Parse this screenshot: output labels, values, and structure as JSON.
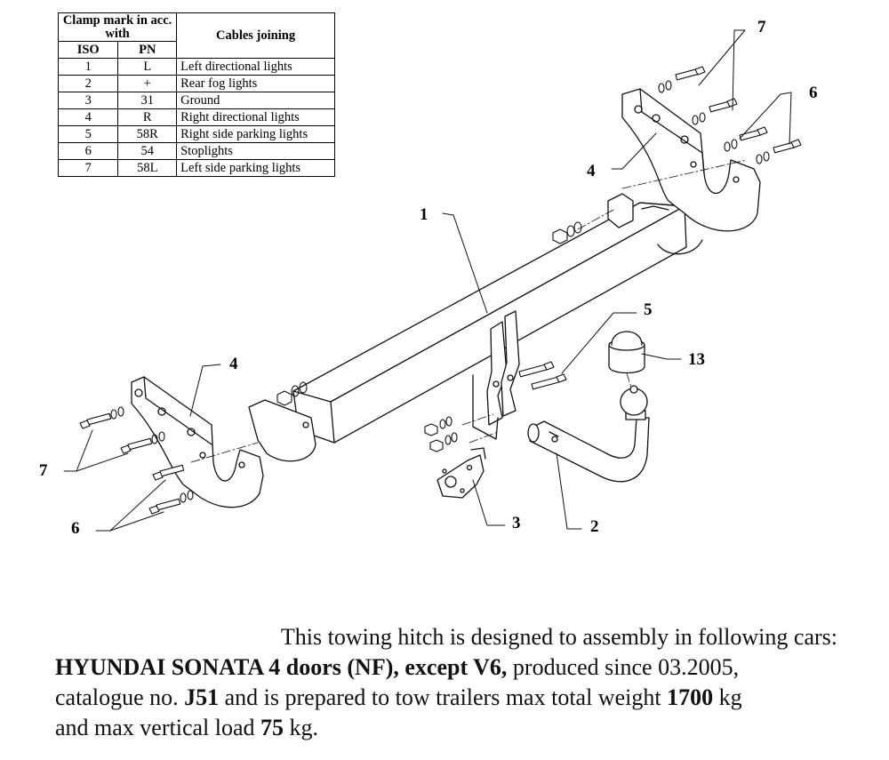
{
  "table": {
    "header_clamp": "Clamp mark in acc. with",
    "header_cables": "Cables joining",
    "col_iso": "ISO",
    "col_pn": "PN",
    "rows": [
      {
        "iso": "1",
        "pn": "L",
        "cable": "Left directional lights"
      },
      {
        "iso": "2",
        "pn": "+",
        "cable": "Rear fog lights"
      },
      {
        "iso": "3",
        "pn": "31",
        "cable": "Ground"
      },
      {
        "iso": "4",
        "pn": "R",
        "cable": "Right directional lights"
      },
      {
        "iso": "5",
        "pn": "58R",
        "cable": "Right side parking lights"
      },
      {
        "iso": "6",
        "pn": "54",
        "cable": "Stoplights"
      },
      {
        "iso": "7",
        "pn": "58L",
        "cable": "Left side parking lights"
      }
    ]
  },
  "labels": {
    "crossbar": "1",
    "tow_ball_arm": "2",
    "socket_plate": "3",
    "bracket_right": "4",
    "bracket_left": "4",
    "arm_bolts": "5",
    "bolts_right": "6",
    "bolts_left": "6",
    "bolts_right_top": "7",
    "bolts_left_top": "7",
    "ball_cover": "13"
  },
  "note": {
    "line1": "This towing hitch is designed to assembly in following cars:",
    "model": "HYUNDAI SONATA 4 doors (NF), except V6,",
    "produced": " produced since 03.2005,",
    "catalogue_prefix": "catalogue no. ",
    "catalogue_no": "J51",
    "tow_text": " and is prepared to tow trailers max total weight ",
    "max_weight": "1700",
    "kg1": " kg",
    "vertical_prefix": "and max vertical load ",
    "vertical_load": "75",
    "kg2": " kg."
  }
}
